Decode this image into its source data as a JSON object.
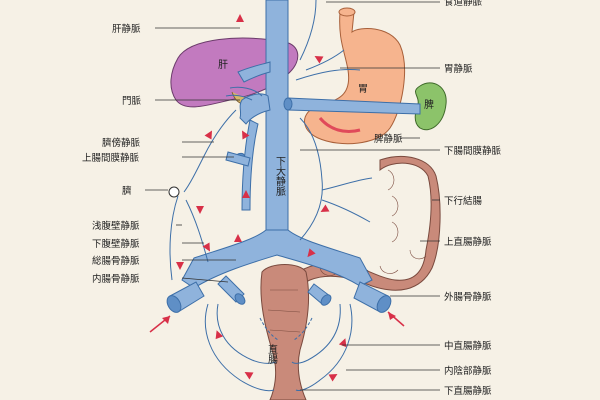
{
  "labels_left": {
    "hepatic_vein": "肝静脈",
    "portal_vein": "門脈",
    "paraumbilical_vein": "臍傍静脈",
    "superior_mesenteric_vein": "上腸間膜静脈",
    "umbilicus": "臍",
    "superficial_epigastric_vein": "浅腹壁静脈",
    "inferior_epigastric_vein": "下腹壁静脈",
    "common_iliac_vein": "総腸骨静脈",
    "internal_iliac_vein": "内腸骨静脈"
  },
  "labels_right": {
    "esophageal_vein": "食道静脈",
    "gastric_vein": "胃静脈",
    "splenic_vein": "脾静脈",
    "inferior_mesenteric_vein": "下腸間膜静脈",
    "descending_colon": "下行結腸",
    "superior_rectal_vein": "上直腸静脈",
    "external_iliac_vein": "外腸骨静脈",
    "middle_rectal_vein": "中直腸静脈",
    "internal_pudendal_vein": "内陰部静脈",
    "inferior_rectal_vein": "下直腸静脈"
  },
  "organs": {
    "liver": "肝",
    "stomach": "胃",
    "spleen": "脾",
    "ivc": "下大静脈",
    "rectum": "直腸"
  },
  "colors": {
    "vein": "#8fb3dc",
    "liver": "#c27abf",
    "stomach": "#f6b48e",
    "spleen": "#8cc36a",
    "colon": "#c98a7a",
    "arrow": "#d83048"
  }
}
